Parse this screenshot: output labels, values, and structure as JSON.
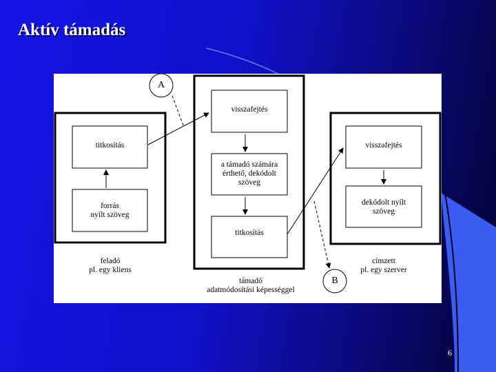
{
  "slide": {
    "title": "Aktív támadás",
    "page_number": "6"
  },
  "diagram": {
    "node_a": "A",
    "node_b": "B",
    "sender": {
      "box_encrypt": "titkosítás",
      "box_source": [
        "forrás",
        "nyílt szöveg"
      ],
      "caption": [
        "feladó",
        "pl. egy kliens"
      ]
    },
    "attacker": {
      "box_decrypt": "visszafejtés",
      "box_readable": [
        "a támadó számára",
        "érthető, dekódolt",
        "szöveg"
      ],
      "box_encrypt": "titkosítás",
      "caption": [
        "támadó",
        "adatmódosítási képességgel"
      ]
    },
    "receiver": {
      "box_decrypt": "visszafejtés",
      "box_plain": [
        "dekódolt nyílt",
        "szöveg"
      ],
      "caption": [
        "címzett",
        "pl. egy szerver"
      ]
    }
  }
}
